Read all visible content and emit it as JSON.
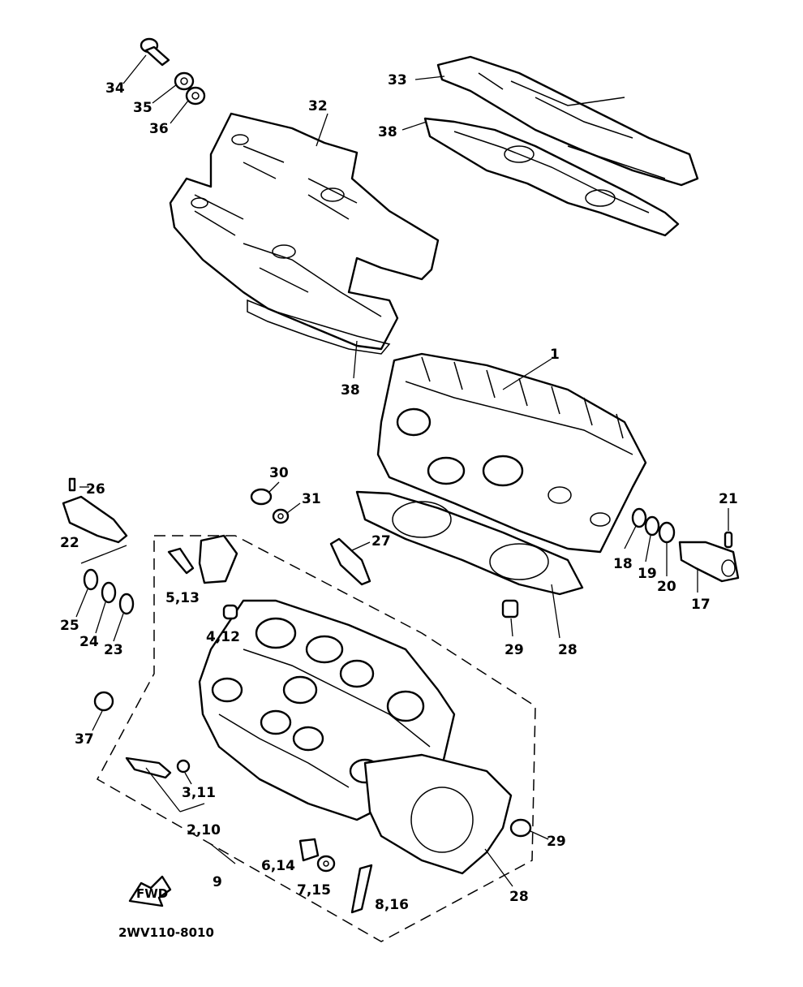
{
  "callouts": {
    "p1": "1",
    "p17": "17",
    "p18": "18",
    "p19": "19",
    "p20": "20",
    "p21": "21",
    "p22": "22",
    "p23": "23",
    "p24": "24",
    "p25": "25",
    "p26": "26",
    "p27": "27",
    "p28a": "28",
    "p28b": "28",
    "p29a": "29",
    "p29b": "29",
    "p30": "30",
    "p31": "31",
    "p32": "32",
    "p33": "33",
    "p34": "34",
    "p35": "35",
    "p36": "36",
    "p37": "37",
    "p38a": "38",
    "p38b": "38",
    "p9": "9",
    "p2_10": "2,10",
    "p3_11": "3,11",
    "p4_12": "4,12",
    "p5_13": "5,13",
    "p6_14": "6,14",
    "p7_15": "7,15",
    "p8_16": "8,16"
  },
  "fwd_arrow": "FWD",
  "diagram_code": "2WV110-8010"
}
